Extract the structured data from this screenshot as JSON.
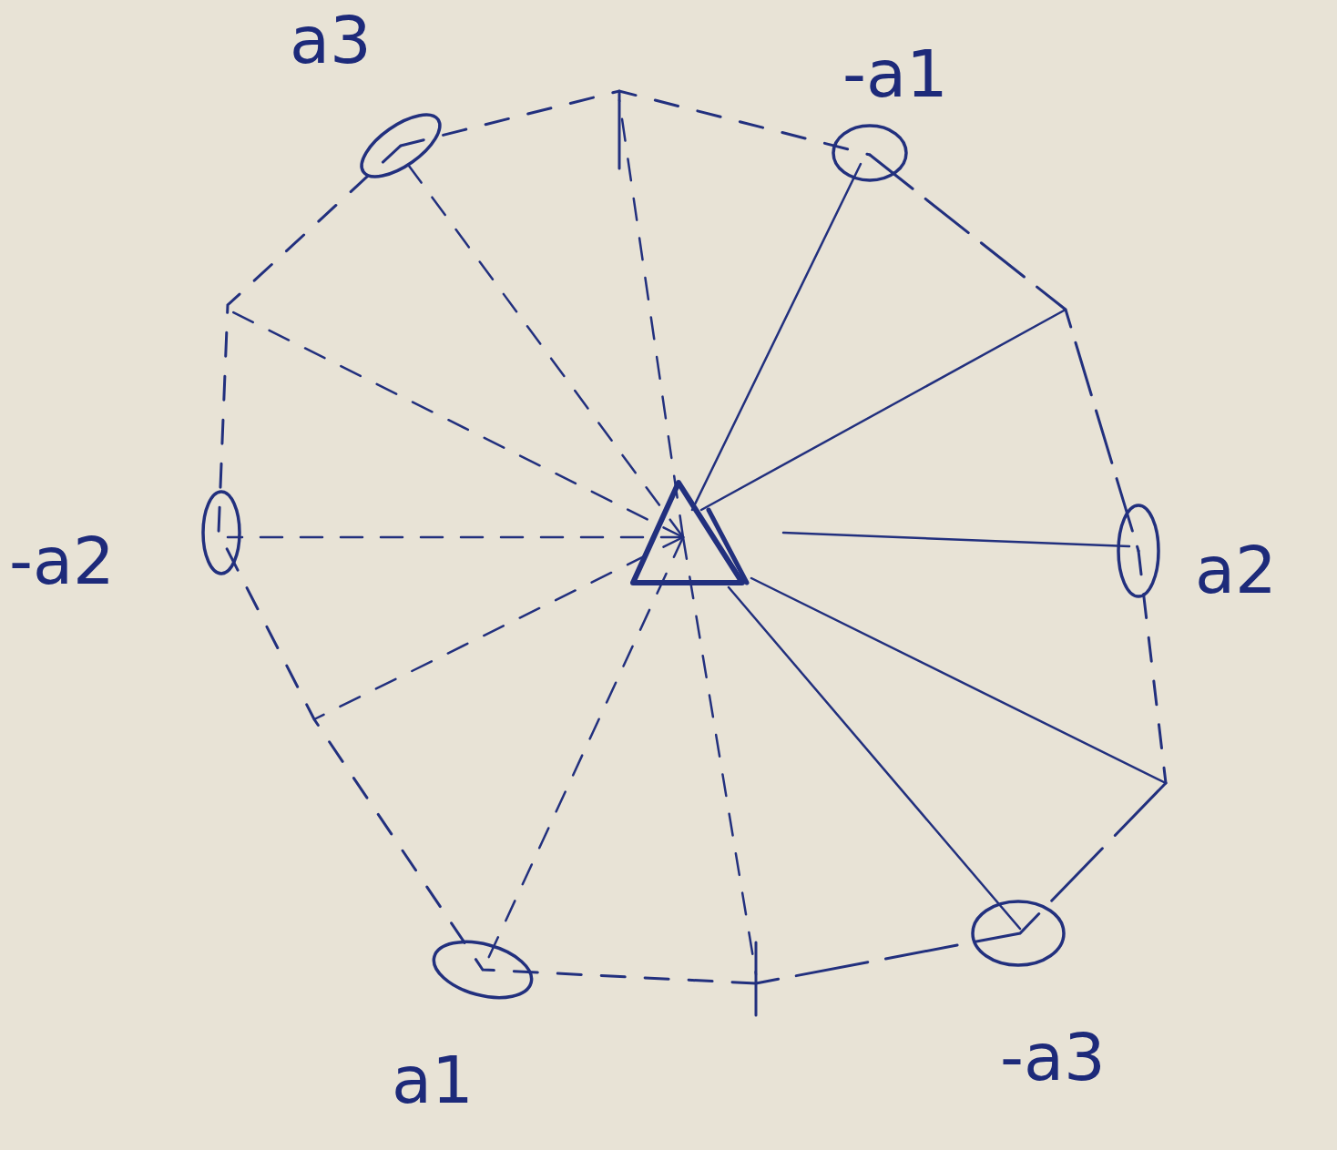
{
  "diagram": {
    "labels": [
      "a3",
      "-a1",
      "-a2",
      "a2",
      "a1",
      "-a3"
    ]
  }
}
